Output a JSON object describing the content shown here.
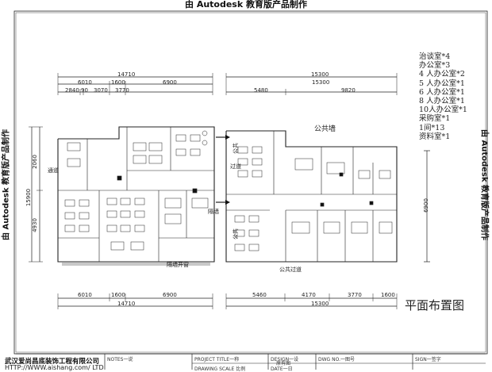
{
  "stamp": "由 Autodesk 教育版产品制作",
  "dims": {
    "top_left_total": "14710",
    "top_left_sub": [
      "6010",
      "1600",
      "6900"
    ],
    "top_left_fine": [
      "2840",
      "90",
      "3070",
      "3770"
    ],
    "top_right_total": "15300",
    "top_right_sub": [
      "5480",
      "9820"
    ],
    "bottom_left_sub": [
      "6010",
      "1600",
      "6900"
    ],
    "bottom_left_total": "14710",
    "bottom_right_sub": [
      "5460",
      "4170",
      "3770",
      "1600"
    ],
    "bottom_right_total": "15300",
    "left_side": [
      "15900",
      "4930",
      "2060"
    ],
    "right_side": [
      "6900"
    ]
  },
  "room_labels": {
    "public_wall": "公共墙",
    "public_corridor": "公共过道",
    "partition_wall": "隔墙",
    "partition_window": "隔墙开窗",
    "corridor_left": "通道",
    "corridor_right": "过道",
    "public_left": "公共",
    "public_right": "公共"
  },
  "legend": [
    "治谈室*4",
    "办公室*3",
    "4 人办公室*2",
    "5 人办公室*1",
    "6 人办公室*1",
    "8 人办公室*1",
    "10人办公室*1",
    "采购室*1",
    "1间*13",
    "资料室*1"
  ],
  "plan_title": "平面布置图",
  "title_block": {
    "company": "武汉爱尚昌底装饰工程有限公司",
    "url": "HTTP://WWW.aishang.com/ LTD",
    "notes_label": "NOTES一说",
    "project_label": "PROJECT TITLE一称",
    "design_label": "DESIGN一设",
    "dwg_label": "DWG NO.一图号",
    "sign_label": "SIGN一签字",
    "drawing_scale_label": "DRAWING SCALE 比例",
    "date_label": "DATE一日",
    "design_value": "原有图"
  }
}
